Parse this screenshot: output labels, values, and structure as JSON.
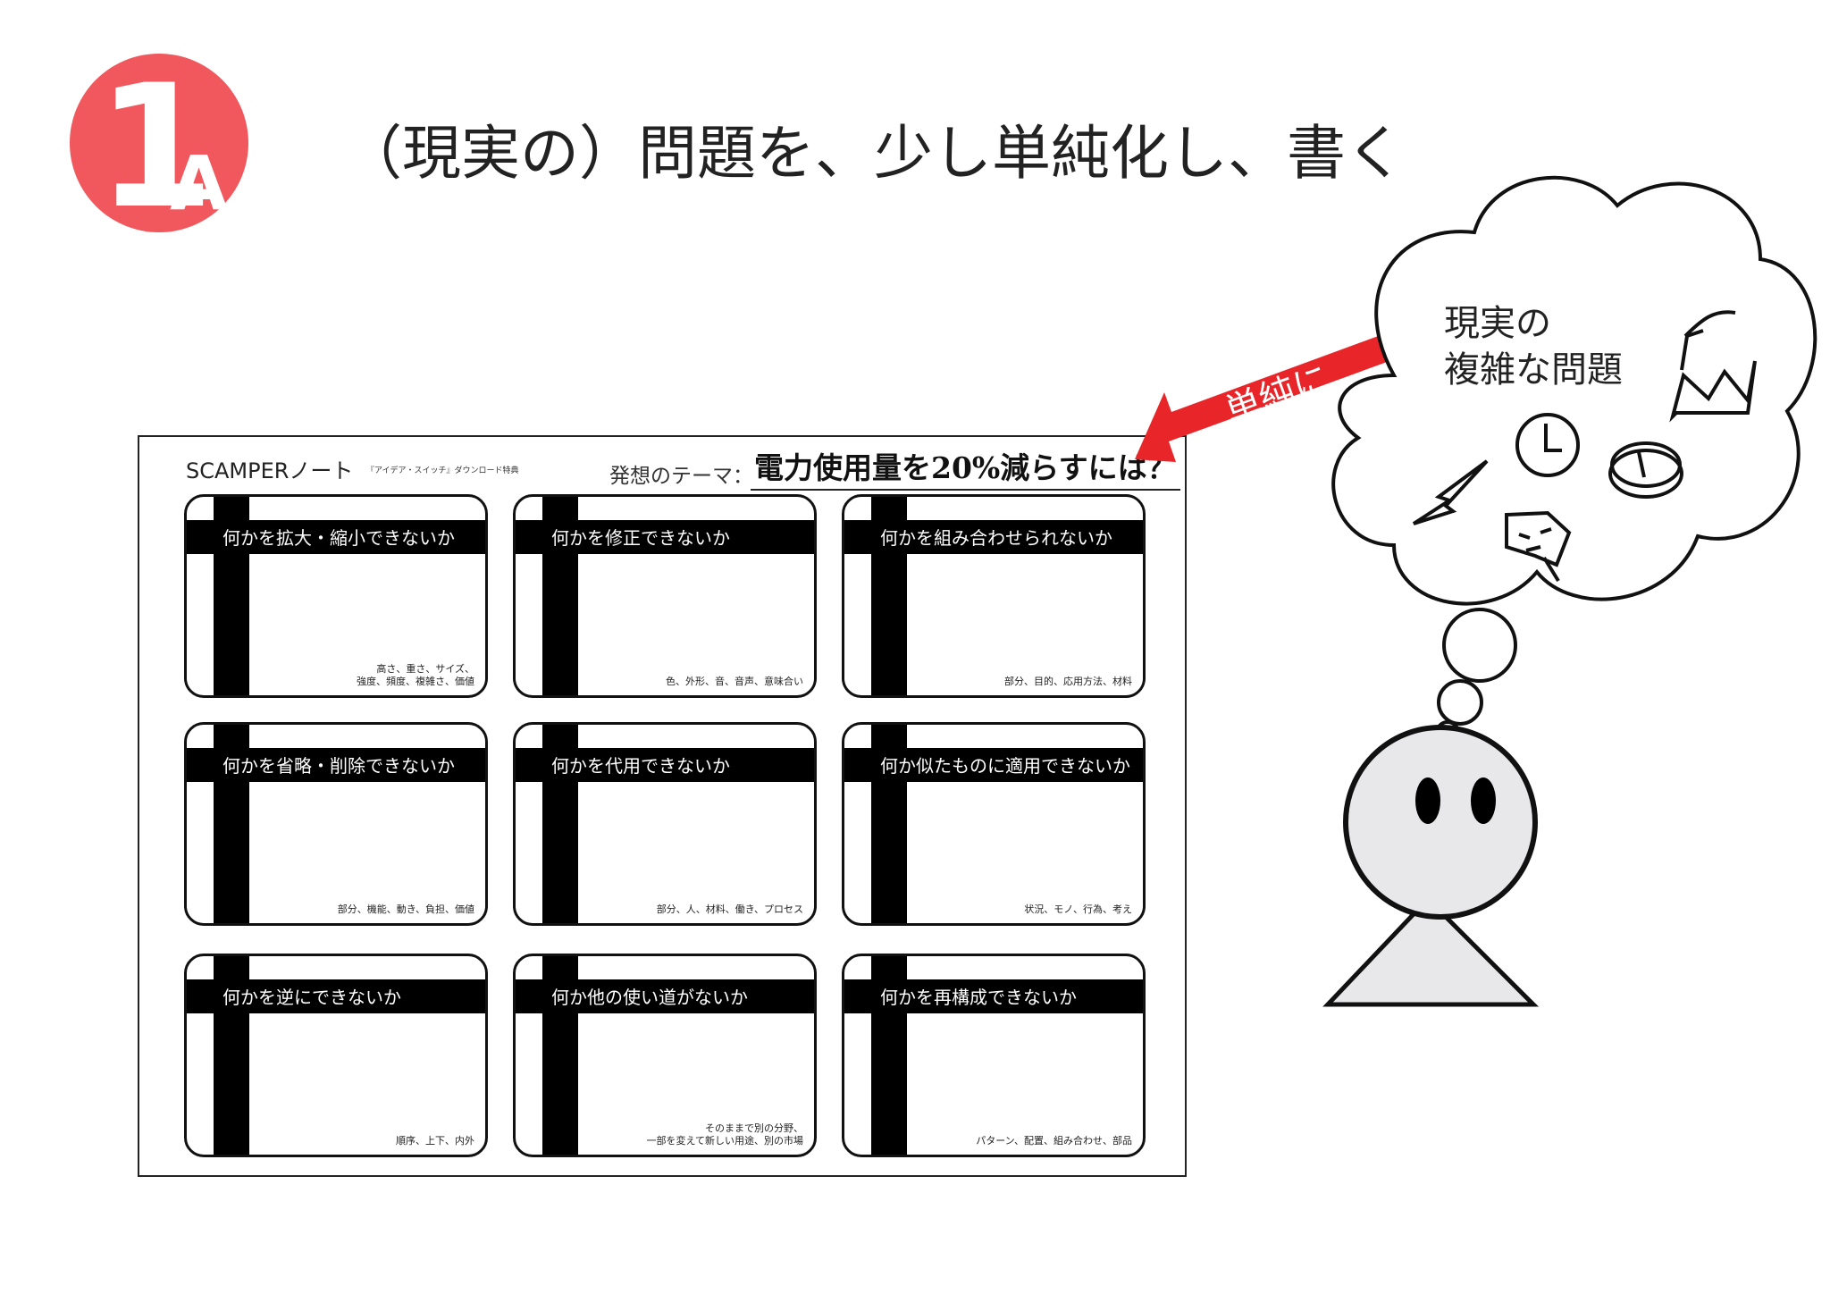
{
  "badge": {
    "number": "1",
    "letter": "A",
    "color": "#f0585e"
  },
  "title": "（現実の）問題を、少し単純化し、書く",
  "sheet": {
    "title": "SCAMPERノート",
    "subtitle": "『アイデア・スイッチ』ダウンロード特典",
    "theme_label": "発想のテーマ：",
    "theme_value": "電力使用量を20%減らすには？",
    "cards": [
      {
        "heading": "何かを拡大・縮小できないか",
        "hint": "高さ、重さ、サイズ、\n強度、頻度、複雑さ、価値"
      },
      {
        "heading": "何かを修正できないか",
        "hint": "色、外形、音、音声、意味合い"
      },
      {
        "heading": "何かを組み合わせられないか",
        "hint": "部分、目的、応用方法、材料"
      },
      {
        "heading": "何かを省略・削除できないか",
        "hint": "部分、機能、動き、負担、価値"
      },
      {
        "heading": "何かを代用できないか",
        "hint": "部分、人、材料、働き、プロセス"
      },
      {
        "heading": "何か似たものに適用できないか",
        "hint": "状況、モノ、行為、考え"
      },
      {
        "heading": "何かを逆にできないか",
        "hint": "順序、上下、内外"
      },
      {
        "heading": "何か他の使い道がないか",
        "hint": "そのままで別の分野、\n一部を変えて新しい用途、別の市場"
      },
      {
        "heading": "何かを再構成できないか",
        "hint": "パターン、配置、組み合わせ、部品"
      }
    ]
  },
  "arrow": {
    "label": "単純に",
    "color": "#e8262a"
  },
  "cloud": {
    "line1": "現実の",
    "line2": "複雑な問題"
  },
  "icons": [
    "factory-icon",
    "lightning-icon",
    "clock-icon",
    "coin-icon",
    "angry-face-icon"
  ]
}
